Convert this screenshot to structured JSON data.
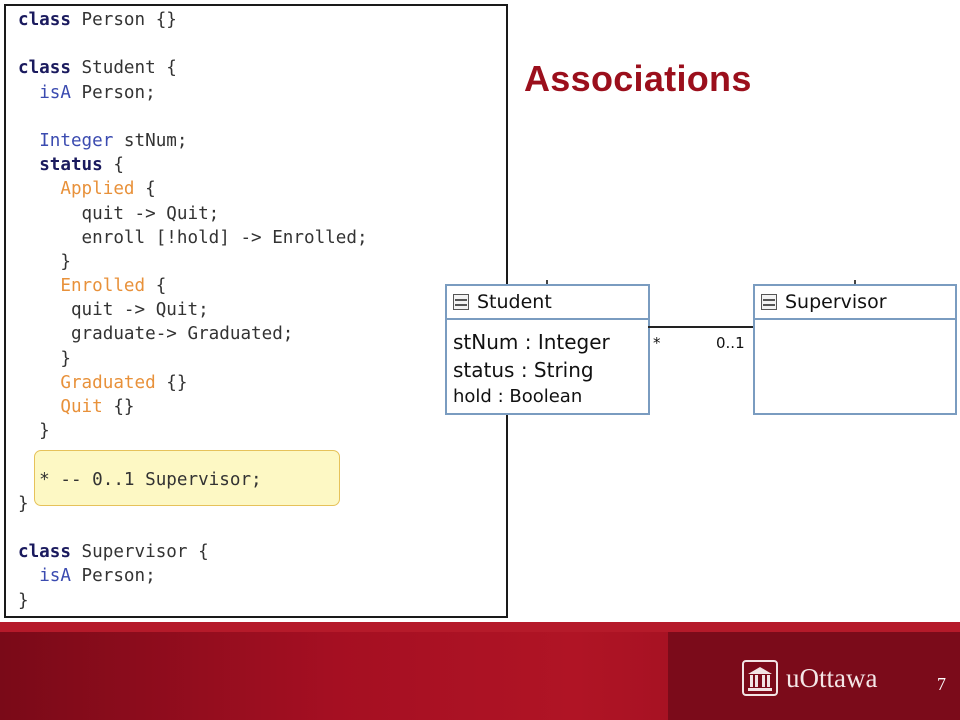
{
  "slide": {
    "title": "Associations",
    "page_number": "7"
  },
  "code_lines": [
    [
      {
        "t": "class",
        "c": "kw"
      },
      {
        "t": " Person {}",
        "c": ""
      }
    ],
    [],
    [
      {
        "t": "class",
        "c": "kw"
      },
      {
        "t": " Student {",
        "c": ""
      }
    ],
    [
      {
        "t": "  ",
        "c": ""
      },
      {
        "t": "isA",
        "c": "ty"
      },
      {
        "t": " Person;",
        "c": ""
      }
    ],
    [],
    [
      {
        "t": "  ",
        "c": ""
      },
      {
        "t": "Integer",
        "c": "ty"
      },
      {
        "t": " stNum;",
        "c": ""
      }
    ],
    [
      {
        "t": "  ",
        "c": ""
      },
      {
        "t": "status",
        "c": "kw"
      },
      {
        "t": " {",
        "c": ""
      }
    ],
    [
      {
        "t": "    ",
        "c": ""
      },
      {
        "t": "Applied",
        "c": "st"
      },
      {
        "t": " {",
        "c": ""
      }
    ],
    [
      {
        "t": "      quit -> Quit;",
        "c": ""
      }
    ],
    [
      {
        "t": "      enroll [!hold] -> Enrolled;",
        "c": ""
      }
    ],
    [
      {
        "t": "    }",
        "c": ""
      }
    ],
    [
      {
        "t": "    ",
        "c": ""
      },
      {
        "t": "Enrolled",
        "c": "st"
      },
      {
        "t": " {",
        "c": ""
      }
    ],
    [
      {
        "t": "     quit -> Quit;",
        "c": ""
      }
    ],
    [
      {
        "t": "     graduate-> Graduated;",
        "c": ""
      }
    ],
    [
      {
        "t": "    }",
        "c": ""
      }
    ],
    [
      {
        "t": "    ",
        "c": ""
      },
      {
        "t": "Graduated",
        "c": "st"
      },
      {
        "t": " {}",
        "c": ""
      }
    ],
    [
      {
        "t": "    ",
        "c": ""
      },
      {
        "t": "Quit",
        "c": "st"
      },
      {
        "t": " {}",
        "c": ""
      }
    ],
    [
      {
        "t": "  }",
        "c": ""
      }
    ],
    [],
    [
      {
        "t": "  * -- 0..1 Supervisor;",
        "c": ""
      }
    ],
    [
      {
        "t": "}",
        "c": ""
      }
    ],
    [],
    [
      {
        "t": "class",
        "c": "kw"
      },
      {
        "t": " Supervisor {",
        "c": ""
      }
    ],
    [
      {
        "t": "  ",
        "c": ""
      },
      {
        "t": "isA",
        "c": "ty"
      },
      {
        "t": " Person;",
        "c": ""
      }
    ],
    [
      {
        "t": "}",
        "c": ""
      }
    ]
  ],
  "uml": {
    "student": {
      "name": "Student",
      "attributes": [
        "stNum : Integer",
        "status : String",
        "hold : Boolean"
      ]
    },
    "supervisor": {
      "name": "Supervisor",
      "attributes": []
    },
    "association": {
      "student_end": "*",
      "supervisor_end": "0..1"
    }
  },
  "footer": {
    "logo_text": "uOttawa",
    "logo_icon": "university-building-icon"
  },
  "colors": {
    "title": "#9b0f1c",
    "keyword": "#1a1a5e",
    "type": "#3b4bb0",
    "state": "#e8913a",
    "highlight_bg": "#fdf8c4",
    "footer": "#a50f22"
  }
}
